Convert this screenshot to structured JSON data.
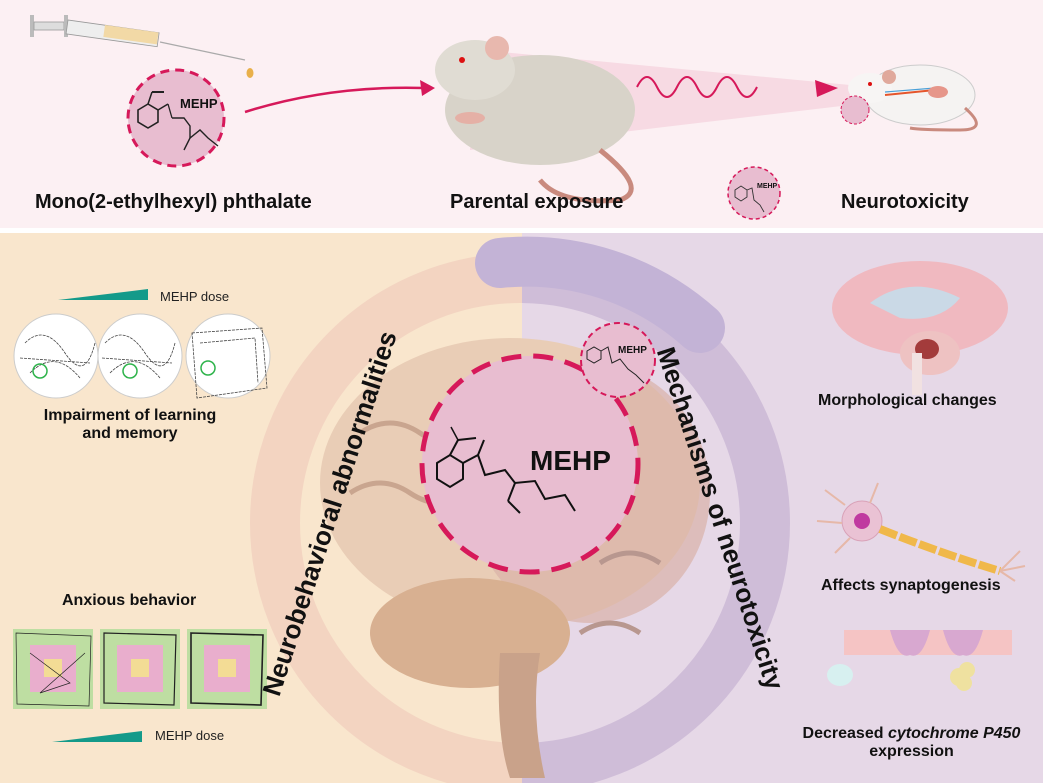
{
  "top_panel": {
    "compound_label": "Mono(2-ethylhexyl) phthalate",
    "exposure_label": "Parental exposure",
    "outcome_label": "Neurotoxicity",
    "molecule_abbrev": "MEHP"
  },
  "left_panel": {
    "ring_title": "Neurobehavioral abnormalities",
    "dose_label_1": "MEHP dose",
    "learning_label_line1": "Impairment of learning",
    "learning_label_line2": "and memory",
    "anxiety_label": "Anxious behavior",
    "dose_label_2": "MEHP dose"
  },
  "right_panel": {
    "ring_title": "Mechanisms of neurotoxicity",
    "morph_label": "Morphological changes",
    "synapse_label": "Affects synaptogenesis",
    "cyp_label_pre": "Decreased ",
    "cyp_label_italic": "cytochrome P450",
    "cyp_label_line2": "expression"
  },
  "center": {
    "molecule_abbrev": "MEHP",
    "small_molecule_abbrev": "MEHP"
  },
  "colors": {
    "top_bg": "#fcf0f3",
    "left_bg": "#f9e6cd",
    "right_bg": "#e6d8e7",
    "accent_magenta": "#d6195a",
    "dose_teal": "#149a8a",
    "molecule_fill": "#e8bdd0"
  }
}
